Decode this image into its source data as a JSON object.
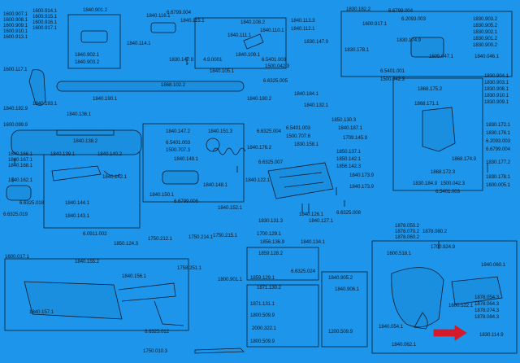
{
  "diagram": {
    "accent_color": "#d61a2a",
    "background_color": "#1c95ea",
    "line_color": "#0a1a2a",
    "part_labels": [
      {
        "id": "p1",
        "text": "1600.907.1"
      },
      {
        "id": "p2",
        "text": "1600.908.1"
      },
      {
        "id": "p3",
        "text": "1600.909.1"
      },
      {
        "id": "p4",
        "text": "1600.910.1"
      },
      {
        "id": "p5",
        "text": "1600.913.1"
      },
      {
        "id": "p6",
        "text": "1600.914.1"
      },
      {
        "id": "p7",
        "text": "1600.915.1"
      },
      {
        "id": "p8",
        "text": "1600.916.1"
      },
      {
        "id": "p9",
        "text": "1600.917.1"
      },
      {
        "id": "p10",
        "text": "1840.901.2"
      },
      {
        "id": "p11",
        "text": "1840.902.1"
      },
      {
        "id": "p12",
        "text": "1840.903.2"
      },
      {
        "id": "p13",
        "text": "1840.116.1"
      },
      {
        "id": "p14",
        "text": "1840.114.1"
      },
      {
        "id": "p15",
        "text": "6.6799.004"
      },
      {
        "id": "p16",
        "text": "1840.115.1"
      },
      {
        "id": "p17",
        "text": "1840.108.2"
      },
      {
        "id": "p18",
        "text": "1840.111.1"
      },
      {
        "id": "p19",
        "text": "1840.110.1"
      },
      {
        "id": "p20",
        "text": "1840.113.3"
      },
      {
        "id": "p21",
        "text": "1840.112.1"
      },
      {
        "id": "p22",
        "text": "4.9.0001"
      },
      {
        "id": "p23",
        "text": "1840.109.1"
      },
      {
        "id": "p24",
        "text": "6.5401.003"
      },
      {
        "id": "p25",
        "text": "1500.042.3"
      },
      {
        "id": "p26",
        "text": "1830.147.9"
      },
      {
        "id": "p27",
        "text": "1830.147.9"
      },
      {
        "id": "p28",
        "text": "1868.102.2"
      },
      {
        "id": "p29",
        "text": "1840.105.1"
      },
      {
        "id": "p30",
        "text": "6.6325.005"
      },
      {
        "id": "p31",
        "text": "1600.117.1"
      },
      {
        "id": "p32",
        "text": "1840.193.1"
      },
      {
        "id": "p33",
        "text": "1840.192.9"
      },
      {
        "id": "p34",
        "text": "1840.190.1"
      },
      {
        "id": "p35",
        "text": "1840.180.2"
      },
      {
        "id": "p36",
        "text": "1840.184.1"
      },
      {
        "id": "p37",
        "text": "1840.132.1"
      },
      {
        "id": "p38",
        "text": "1840.136.1"
      },
      {
        "id": "p39",
        "text": "1600.099.9"
      },
      {
        "id": "p40",
        "text": "1840.166.1"
      },
      {
        "id": "p41",
        "text": "1840.167.1"
      },
      {
        "id": "p42",
        "text": "1840.168.1"
      },
      {
        "id": "p43",
        "text": "1840.147.2"
      },
      {
        "id": "p44",
        "text": "6.5401.003"
      },
      {
        "id": "p45",
        "text": "1500.707.3"
      },
      {
        "id": "p46",
        "text": "1840.149.1"
      },
      {
        "id": "p47",
        "text": "1840.151.3"
      },
      {
        "id": "p48",
        "text": "6.6325.004"
      },
      {
        "id": "p49",
        "text": "6.5401.003"
      },
      {
        "id": "p50",
        "text": "1500.707.6"
      },
      {
        "id": "p51",
        "text": "1830.158.1"
      },
      {
        "id": "p52",
        "text": "1850.130.3"
      },
      {
        "id": "p53",
        "text": "1840.187.1"
      },
      {
        "id": "p54",
        "text": "1709.145.9"
      },
      {
        "id": "p55",
        "text": "1840.176.2"
      },
      {
        "id": "p56",
        "text": "6.6325.007"
      },
      {
        "id": "p57",
        "text": "1850.137.1"
      },
      {
        "id": "p58",
        "text": "1850.142.1"
      },
      {
        "id": "p59",
        "text": "1856.142.3"
      },
      {
        "id": "p60",
        "text": "1840.173.9"
      },
      {
        "id": "p61",
        "text": "1840.138.2"
      },
      {
        "id": "p62",
        "text": "1840.139.1"
      },
      {
        "id": "p63",
        "text": "1840.140.2"
      },
      {
        "id": "p64",
        "text": "1840.142.1"
      },
      {
        "id": "p65",
        "text": "1840.144.1"
      },
      {
        "id": "p66",
        "text": "1840.143.1"
      },
      {
        "id": "p67",
        "text": "1840.162.1"
      },
      {
        "id": "p68",
        "text": "6.6325.018"
      },
      {
        "id": "p69",
        "text": "6.6325.019"
      },
      {
        "id": "p70",
        "text": "1840.150.1"
      },
      {
        "id": "p71",
        "text": "6.6799.006"
      },
      {
        "id": "p72",
        "text": "1840.148.1"
      },
      {
        "id": "p73",
        "text": "1840.152.1"
      },
      {
        "id": "p74",
        "text": "1840.122.1"
      },
      {
        "id": "p75",
        "text": "1840.173.9"
      },
      {
        "id": "p76",
        "text": "6.6325.008"
      },
      {
        "id": "p77",
        "text": "1840.126.1"
      },
      {
        "id": "p78",
        "text": "1840.127.1"
      },
      {
        "id": "p79",
        "text": "1830.131.3"
      },
      {
        "id": "p80",
        "text": "1700.129.1"
      },
      {
        "id": "p81",
        "text": "1856.136.9"
      },
      {
        "id": "p82",
        "text": "1840.134.1"
      },
      {
        "id": "p83",
        "text": "6.0911.002"
      },
      {
        "id": "p84",
        "text": "1850.124.3"
      },
      {
        "id": "p85",
        "text": "1750.212.1"
      },
      {
        "id": "p86",
        "text": "1750.214.1"
      },
      {
        "id": "p87",
        "text": "1750.215.1"
      },
      {
        "id": "p88",
        "text": "1600.017.1"
      },
      {
        "id": "p89",
        "text": "1840.155.2"
      },
      {
        "id": "p90",
        "text": "1840.156.1"
      },
      {
        "id": "p91",
        "text": "1758.251.1"
      },
      {
        "id": "p92",
        "text": "1840.157.1"
      },
      {
        "id": "p93",
        "text": "6.6325.012"
      },
      {
        "id": "p94",
        "text": "1800.901.1"
      },
      {
        "id": "p95",
        "text": "1750.010.3"
      },
      {
        "id": "p96",
        "text": "1859.128.2"
      },
      {
        "id": "p97",
        "text": "1859.129.1"
      },
      {
        "id": "p98",
        "text": "6.6325.024"
      },
      {
        "id": "p99",
        "text": "1871.130.2"
      },
      {
        "id": "p100",
        "text": "1871.131.1"
      },
      {
        "id": "p101",
        "text": "1800.509.9"
      },
      {
        "id": "p102",
        "text": "2000.322.1"
      },
      {
        "id": "p103",
        "text": "1800.509.9"
      },
      {
        "id": "p104",
        "text": "1840.905.2"
      },
      {
        "id": "p105",
        "text": "1840.906.1"
      },
      {
        "id": "p106",
        "text": "1200.509.9"
      },
      {
        "id": "p107",
        "text": "1830.182.2"
      },
      {
        "id": "p108",
        "text": "6.6799.004"
      },
      {
        "id": "p109",
        "text": "6.2093.003"
      },
      {
        "id": "p110",
        "text": "1600.917.1"
      },
      {
        "id": "p111",
        "text": "1830.178.1"
      },
      {
        "id": "p112",
        "text": "1830.174.9"
      },
      {
        "id": "p113",
        "text": "6.5401.001"
      },
      {
        "id": "p114",
        "text": "1500.042.3"
      },
      {
        "id": "p115",
        "text": "1830.903.2"
      },
      {
        "id": "p116",
        "text": "1830.905.2"
      },
      {
        "id": "p117",
        "text": "1830.902.1"
      },
      {
        "id": "p118",
        "text": "1830.901.2"
      },
      {
        "id": "p119",
        "text": "1830.900.2"
      },
      {
        "id": "p120",
        "text": "1605.047.1"
      },
      {
        "id": "p121",
        "text": "1840.046.1"
      },
      {
        "id": "p122",
        "text": "1868.175.2"
      },
      {
        "id": "p123",
        "text": "1868.171.1"
      },
      {
        "id": "p124",
        "text": "1830.904.1"
      },
      {
        "id": "p125",
        "text": "1830.903.1"
      },
      {
        "id": "p126",
        "text": "1830.908.1"
      },
      {
        "id": "p127",
        "text": "1830.910.1"
      },
      {
        "id": "p128",
        "text": "1830.909.1"
      },
      {
        "id": "p129",
        "text": "1830.172.1"
      },
      {
        "id": "p130",
        "text": "1830.176.1"
      },
      {
        "id": "p131",
        "text": "6.2093.003"
      },
      {
        "id": "p132",
        "text": "6.6799.004"
      },
      {
        "id": "p133",
        "text": "1868.174.9"
      },
      {
        "id": "p134",
        "text": "1868.172.3"
      },
      {
        "id": "p135",
        "text": "1830.177.2"
      },
      {
        "id": "p136",
        "text": "1830.178.1"
      },
      {
        "id": "p137",
        "text": "1600.005.1"
      },
      {
        "id": "p138",
        "text": "1830.184.9"
      },
      {
        "id": "p139",
        "text": "1500.042.3"
      },
      {
        "id": "p140",
        "text": "6.5401.003"
      },
      {
        "id": "p141",
        "text": "1878.050.2"
      },
      {
        "id": "p142",
        "text": "1878.070.2"
      },
      {
        "id": "p143",
        "text": "1878.060.2"
      },
      {
        "id": "p144",
        "text": "1878.080.2"
      },
      {
        "id": "p145",
        "text": "1700.924.9"
      },
      {
        "id": "p146",
        "text": "1600.518.1"
      },
      {
        "id": "p147",
        "text": "1840.060.1"
      },
      {
        "id": "p148",
        "text": "1600.522.1"
      },
      {
        "id": "p149",
        "text": "1878.054.3"
      },
      {
        "id": "p150",
        "text": "1878.064.3"
      },
      {
        "id": "p151",
        "text": "1878.074.3"
      },
      {
        "id": "p152",
        "text": "1878.084.3"
      },
      {
        "id": "p153",
        "text": "1840.054.1"
      },
      {
        "id": "p154",
        "text": "1840.062.1"
      },
      {
        "id": "p155",
        "text": "1830.114.9"
      }
    ]
  }
}
